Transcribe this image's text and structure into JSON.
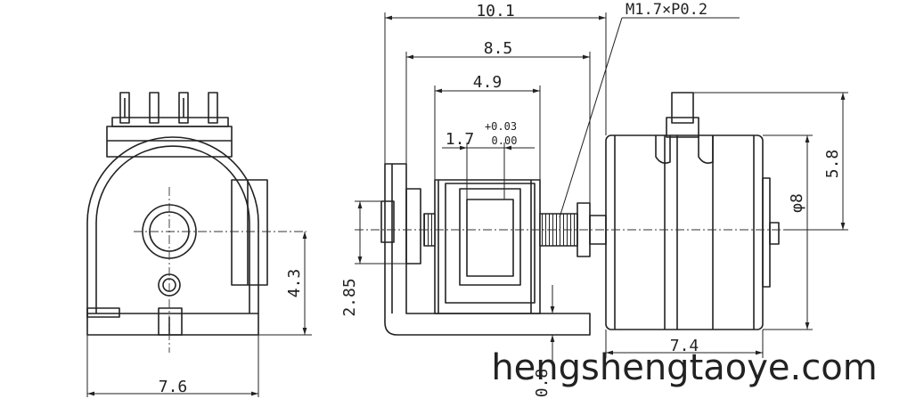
{
  "dimensions": {
    "front_width": "7.6",
    "front_height": "4.3",
    "overall_length": "10.1",
    "bracket_length": "8.5",
    "slider_travel": "4.9",
    "pitch": "1.7",
    "tol_upper": "+0.03",
    "tol_lower": "0.00",
    "thread": "M1.7×P0.2",
    "shaft_height": "2.85",
    "bottom_offset": "0.8",
    "motor_length": "7.4",
    "motor_diameter": "φ8",
    "terminal_height": "5.8"
  },
  "watermark": "hengshengtaoye.com",
  "colors": {
    "line": "#222222",
    "center_line": "#333333",
    "background": "#ffffff"
  }
}
